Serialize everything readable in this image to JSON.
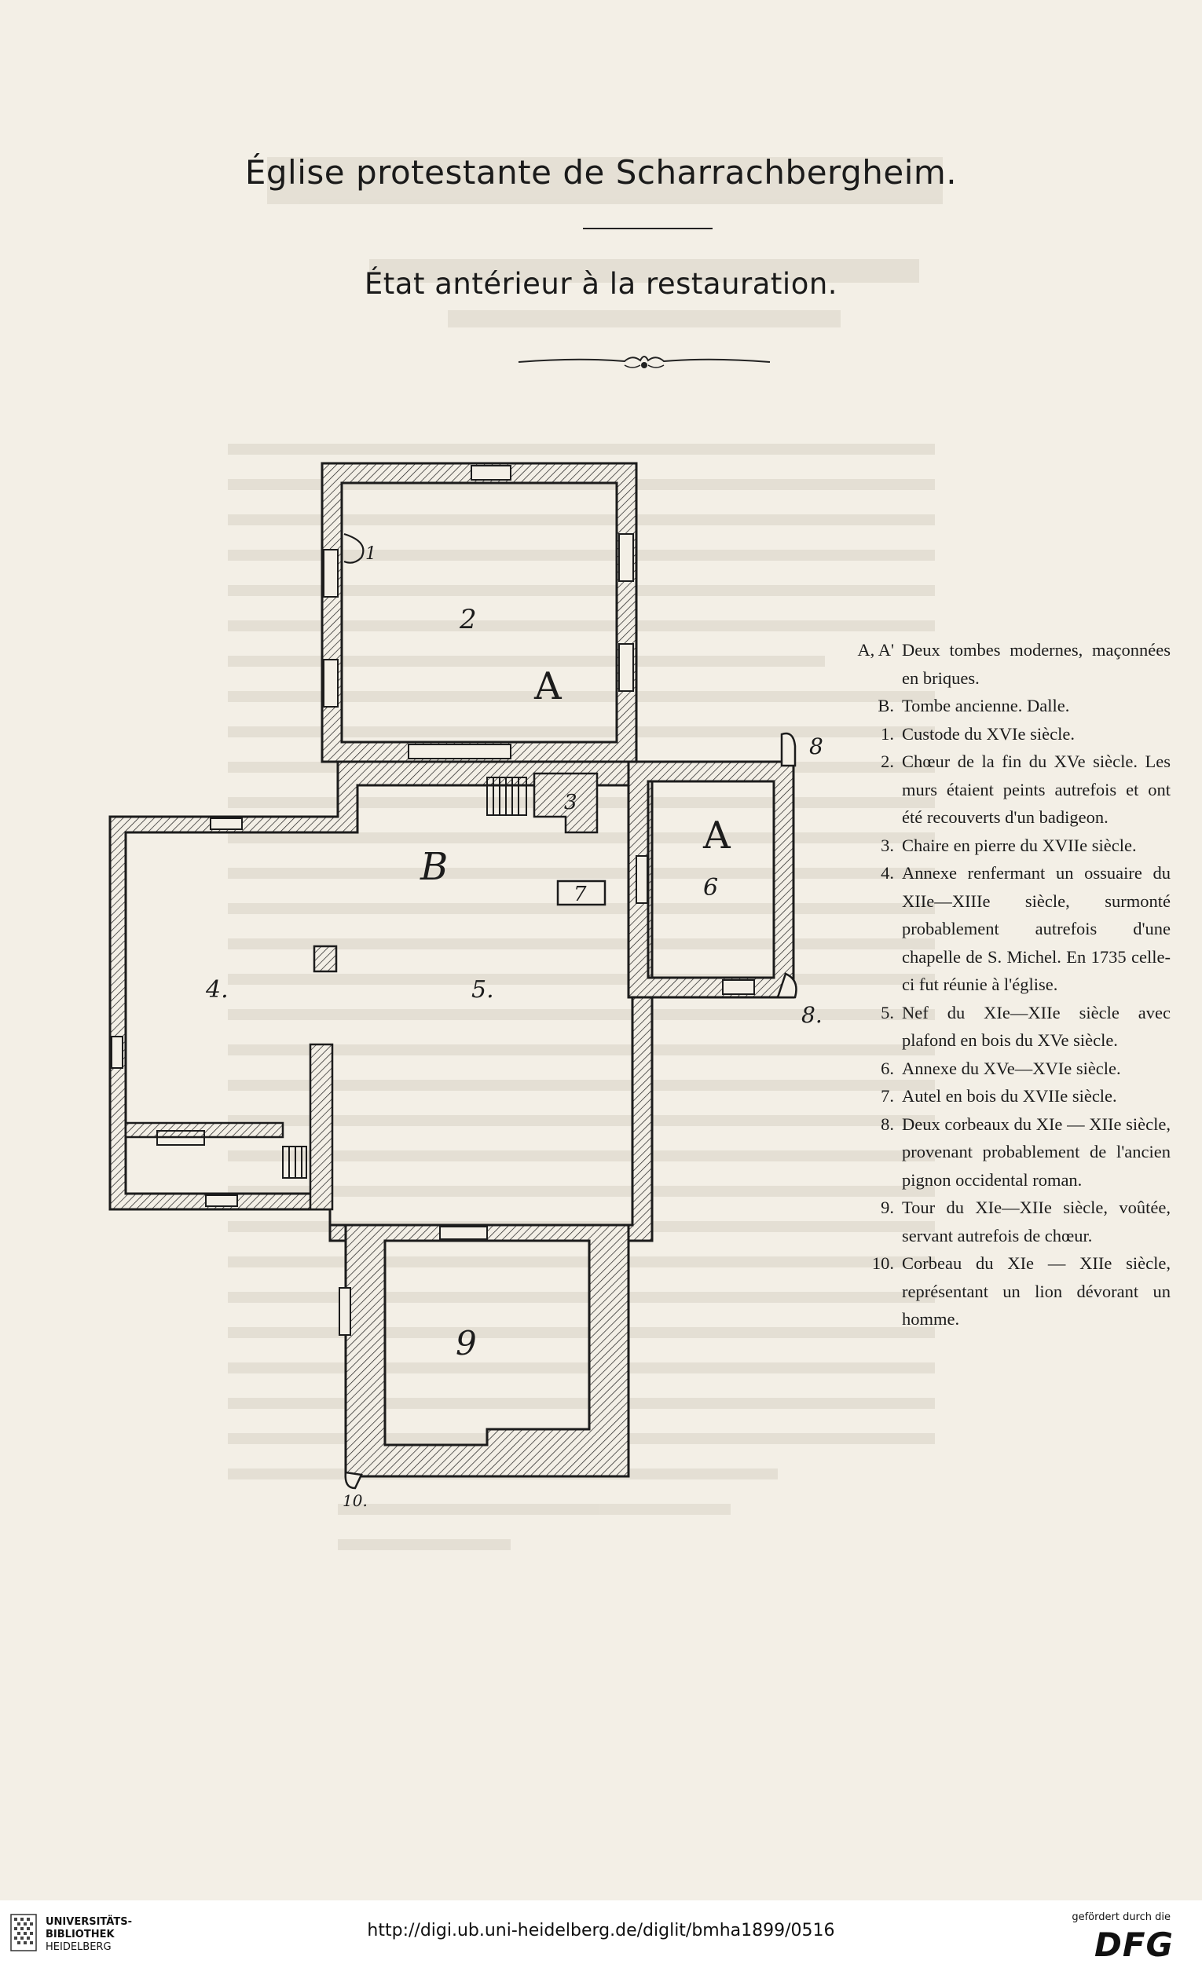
{
  "heading": {
    "title": "Église protestante de Scharrachbergheim.",
    "subtitle": "État antérieur à la restauration."
  },
  "plan": {
    "room_labels": [
      "1",
      "2",
      "3",
      "4.",
      "5.",
      "6",
      "7",
      "8",
      "8.",
      "9",
      "10."
    ],
    "letter_labels": [
      "A",
      "A",
      "B"
    ]
  },
  "legend": [
    {
      "key": "A, A'",
      "text": "Deux tombes modernes, maçonnées en briques."
    },
    {
      "key": "B.",
      "text": "Tombe ancienne. Dalle."
    },
    {
      "key": "1.",
      "text": "Custode du XVIe siècle."
    },
    {
      "key": "2.",
      "text": "Chœur de la fin du XVe siècle. Les murs étaient peints autrefois et ont été recouverts d'un badigeon."
    },
    {
      "key": "3.",
      "text": "Chaire en pierre du XVIIe siècle."
    },
    {
      "key": "4.",
      "text": "Annexe renfermant un ossuaire du XIIe—XIIIe siècle, surmonté probablement autrefois d'une chapelle de S. Michel. En 1735 celle-ci fut réunie à l'église."
    },
    {
      "key": "5.",
      "text": "Nef du XIe—XIIe siècle avec plafond en bois du XVe siècle."
    },
    {
      "key": "6.",
      "text": "Annexe du XVe—XVIe siècle."
    },
    {
      "key": "7.",
      "text": "Autel en bois du XVIIe siècle."
    },
    {
      "key": "8.",
      "text": "Deux corbeaux du XIe — XIIe siècle, provenant probablement de l'ancien pignon occidental roman."
    },
    {
      "key": "9.",
      "text": "Tour du XIe—XIIe siècle, voûtée, servant autrefois de chœur."
    },
    {
      "key": "10.",
      "text": "Corbeau du XIe — XIIe siècle, représentant un lion dévorant un homme."
    }
  ],
  "footer": {
    "library_lines": [
      "UNIVERSITÄTS-",
      "BIBLIOTHEK",
      "HEIDELBERG"
    ],
    "url": "http://digi.ub.uni-heidelberg.de/diglit/bmha1899/0516",
    "dfg_caption": "gefördert durch die",
    "dfg_logo": "DFG"
  },
  "colors": {
    "paper": "#f3efe6",
    "ink": "#1c1c1c",
    "wall_fill": "#e8e3d8",
    "bleed_through": "#d6d0c3"
  }
}
